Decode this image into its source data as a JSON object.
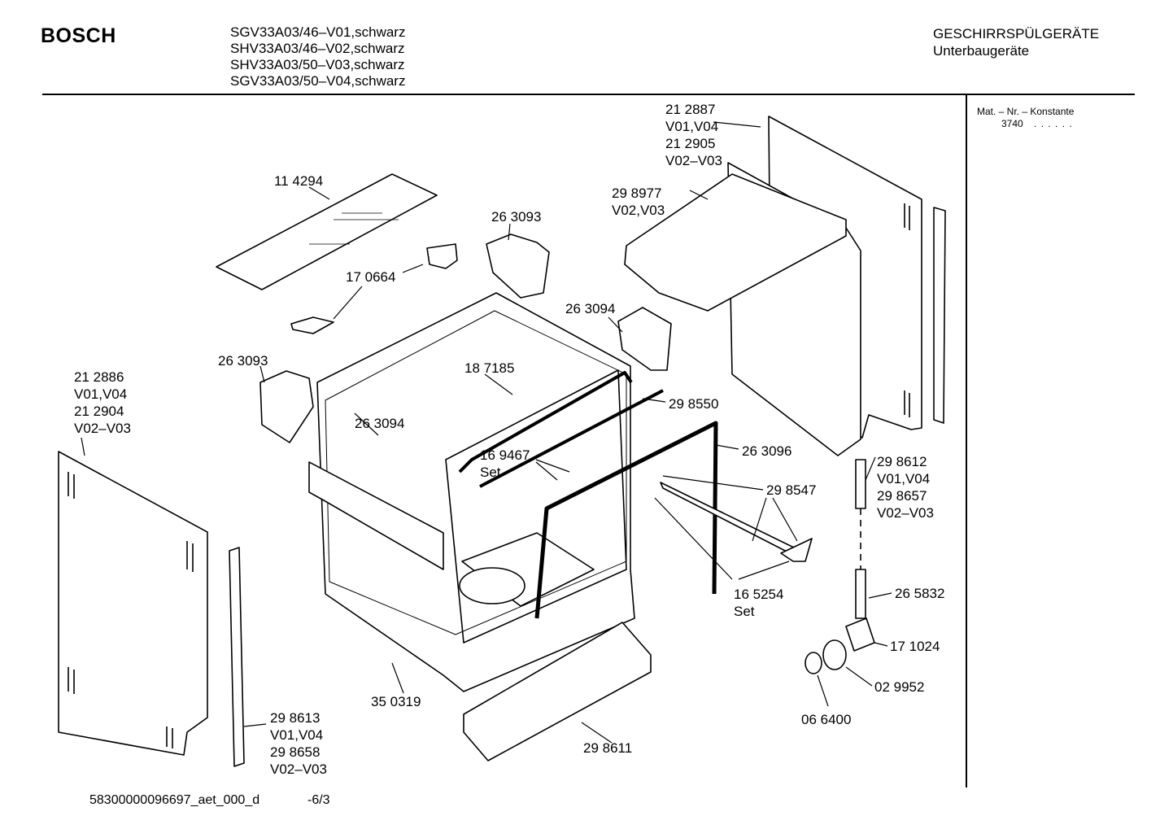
{
  "header": {
    "brand": "BOSCH",
    "models": [
      "SGV33A03/46–V01,schwarz",
      "SHV33A03/46–V02,schwarz",
      "SHV33A03/50–V03,schwarz",
      "SGV33A03/50–V04,schwarz"
    ],
    "category": "GESCHIRRSPÜLGERÄTE",
    "subcategory": "Unterbaugeräte"
  },
  "side_panel": {
    "title": "Mat. – Nr. – Konstante",
    "value": "3740",
    "dots": ". .   . . . ."
  },
  "parts": {
    "p114294": [
      "11 4294"
    ],
    "p263093a": [
      "26 3093"
    ],
    "p170664": [
      "17 0664"
    ],
    "p263094a": [
      "26 3094"
    ],
    "p212887": [
      "21 2887",
      "V01,V04",
      "21 2905",
      "V02–V03"
    ],
    "p298977": [
      "29 8977",
      "V02,V03"
    ],
    "p263093b": [
      "26 3093"
    ],
    "p187185": [
      "18 7185"
    ],
    "p212886": [
      "21 2886",
      "V01,V04",
      "21 2904",
      "V02–V03"
    ],
    "p263094b": [
      "26 3094"
    ],
    "p298550": [
      "29 8550"
    ],
    "p169467": [
      "16 9467",
      "Set"
    ],
    "p263096": [
      "26 3096"
    ],
    "p298612": [
      "29 8612",
      "V01,V04",
      "29 8657",
      "V02–V03"
    ],
    "p298547": [
      "29 8547"
    ],
    "p165254": [
      "16 5254",
      "Set"
    ],
    "p265832": [
      "26 5832"
    ],
    "p171024": [
      "17 1024"
    ],
    "p350319": [
      "35 0319"
    ],
    "p029952": [
      "02 9952"
    ],
    "p066400": [
      "06 6400"
    ],
    "p298613": [
      "29 8613",
      "V01,V04",
      "29 8658",
      "V02–V03"
    ],
    "p298611": [
      "29 8611"
    ]
  },
  "footer": {
    "doc_id": "58300000096697_aet_000_d",
    "page": "-6/3"
  }
}
